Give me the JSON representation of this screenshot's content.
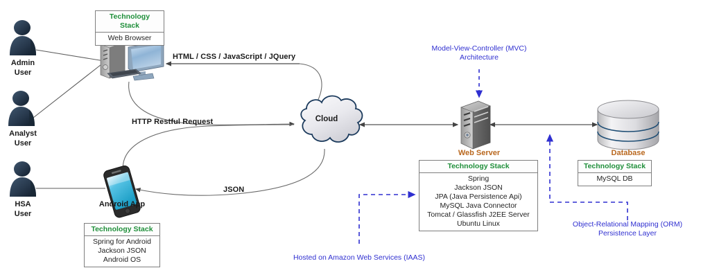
{
  "diagram": {
    "title": "System Architecture Diagram",
    "colors": {
      "tech_stack_header": "#1f8f3a",
      "node_caption_orange": "#b9681f",
      "annotation_blue": "#2f2fd0",
      "wire_gray": "#555555",
      "cloud_border": "#1b3a5c",
      "person_fill": "#2c3f56"
    }
  },
  "actors": [
    {
      "name": "admin-user",
      "line1": "Admin",
      "line2": "User"
    },
    {
      "name": "analyst-user",
      "line1": "Analyst",
      "line2": "User"
    },
    {
      "name": "hsa-user",
      "line1": "HSA",
      "line2": "User"
    }
  ],
  "nodes": {
    "web_browser": {
      "caption": "",
      "tech_stack": {
        "header": "Technology Stack",
        "items": [
          "Web Browser"
        ]
      }
    },
    "android_app": {
      "caption": "Android App",
      "tech_stack": {
        "header": "Technology Stack",
        "items": [
          "Spring for Android",
          "Jackson JSON",
          "Android OS"
        ]
      }
    },
    "cloud": {
      "caption": "Cloud"
    },
    "web_server": {
      "caption": "Web Server",
      "tech_stack": {
        "header": "Technology Stack",
        "items": [
          "Spring",
          "Jackson JSON",
          "JPA (Java Persistence Api)",
          "MySQL Java Connector",
          "Tomcat / Glassfish J2EE Server",
          "Ubuntu Linux"
        ]
      }
    },
    "database": {
      "caption": "Database",
      "tech_stack": {
        "header": "Technology Stack",
        "items": [
          "MySQL DB"
        ]
      }
    }
  },
  "edge_labels": {
    "html_css_js": "HTML / CSS / JavaScript / JQuery",
    "http_restful": "HTTP Restful Request",
    "json": "JSON"
  },
  "annotations": {
    "mvc": {
      "line1": "Model-View-Controller (MVC)",
      "line2": "Architecture"
    },
    "aws": {
      "line1": "Hosted on Amazon Web Services (IAAS)"
    },
    "orm": {
      "line1": "Object-Relational Mapping (ORM)",
      "line2": "Persistence Layer"
    }
  }
}
